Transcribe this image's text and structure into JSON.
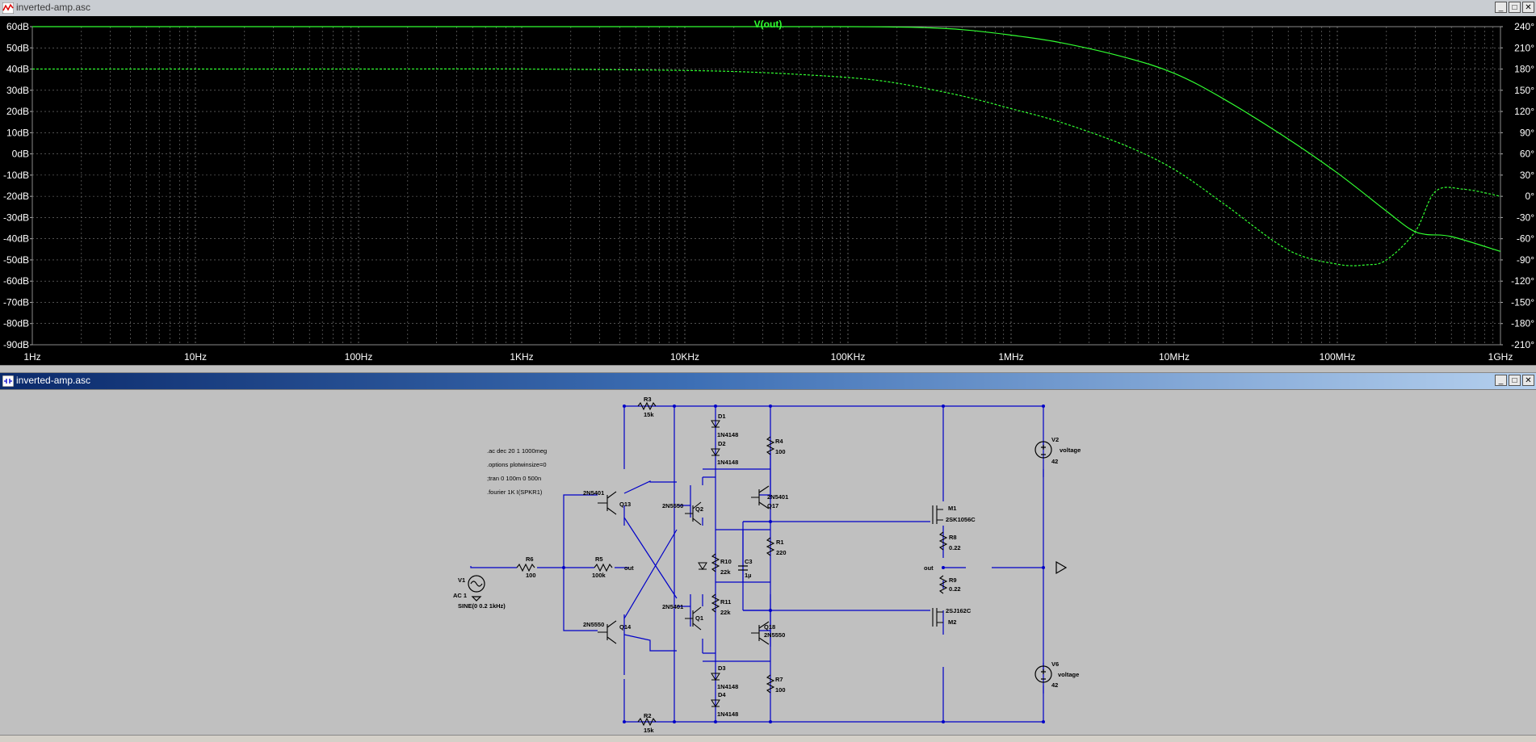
{
  "waveform_window": {
    "title": "inverted-amp.asc",
    "trace_name": "V(out)",
    "buttons": {
      "minimize": "_",
      "restore": "□",
      "close": "✕"
    }
  },
  "schematic_window": {
    "title": "inverted-amp.asc",
    "buttons": {
      "minimize": "_",
      "restore": "□",
      "close": "✕"
    }
  },
  "colors": {
    "trace": "#31ff31",
    "grid": "#7f7f7f",
    "wire": "#0000c8",
    "plot_bg": "#000000",
    "schematic_bg": "#c0c0c0"
  },
  "chart_data": {
    "type": "line",
    "title": "V(out)",
    "x_scale": "log",
    "xlim": [
      1,
      1000000000
    ],
    "x_tick_labels": [
      "1Hz",
      "10Hz",
      "100Hz",
      "1KHz",
      "10KHz",
      "100KHz",
      "1MHz",
      "10MHz",
      "100MHz",
      "1GHz"
    ],
    "y_left_ticks": [
      "60dB",
      "50dB",
      "40dB",
      "30dB",
      "20dB",
      "10dB",
      "0dB",
      "-10dB",
      "-20dB",
      "-30dB",
      "-40dB",
      "-50dB",
      "-60dB",
      "-70dB",
      "-80dB",
      "-90dB"
    ],
    "y_left_lim": [
      -90,
      60
    ],
    "y_right_ticks": [
      "240°",
      "210°",
      "180°",
      "150°",
      "120°",
      "90°",
      "60°",
      "30°",
      "0°",
      "-30°",
      "-60°",
      "-90°",
      "-120°",
      "-150°",
      "-180°",
      "-210°"
    ],
    "y_right_lim": [
      -210,
      240
    ],
    "grid": true,
    "series": [
      {
        "style": "solid",
        "x": [
          1,
          10,
          100,
          1000,
          10000,
          100000,
          200000,
          300000,
          500000,
          1000000,
          2000000,
          5000000,
          10000000,
          20000000,
          50000000,
          100000000,
          200000000,
          280000000,
          350000000,
          500000000,
          1000000000
        ],
        "y": [
          60,
          60,
          60,
          60,
          60,
          60,
          59.8,
          59.5,
          58.6,
          56,
          52.5,
          45.5,
          38,
          26,
          7,
          -9,
          -27,
          -35.5,
          -38,
          -39,
          -46
        ]
      },
      {
        "style": "dashed",
        "x": [
          1,
          10,
          100,
          1000,
          10000,
          30000,
          100000,
          200000,
          500000,
          1000000,
          2000000,
          5000000,
          10000000,
          20000000,
          50000000,
          100000000,
          150000000,
          200000000,
          300000000,
          400000000,
          600000000,
          1000000000
        ],
        "y": [
          180,
          180,
          180,
          180,
          178,
          175,
          168,
          160,
          142,
          124,
          105,
          72,
          38,
          -10,
          -76,
          -96,
          -97,
          -90,
          -50,
          7,
          10,
          0
        ]
      }
    ]
  },
  "schematic": {
    "directives": [
      ".ac dec 20 1 1000meg",
      ".options plotwinsize=0",
      ";tran 0 100m 0 500n",
      ".fourier 1K I(SPKR1)"
    ],
    "labels": {
      "r3": "R3",
      "r3v": "15k",
      "r2": "R2",
      "r2v": "15k",
      "d1": "D1",
      "d1v": "1N4148",
      "d2": "D2",
      "d2v": "1N4148",
      "d3": "D3",
      "d3v": "1N4148",
      "d4": "D4",
      "d4v": "1N4148",
      "r4": "R4",
      "r4v": "100",
      "r7": "R7",
      "r7v": "100",
      "q13t": "2N5401",
      "q13": "Q13",
      "q14t": "2N5550",
      "q14": "Q14",
      "q2t": "2N5550",
      "q2": "Q2",
      "q1t": "2N5401",
      "q1": "Q1",
      "q17t": "2N5401",
      "q17": "Q17",
      "q18": "Q18",
      "q18t": "2N5550",
      "r1": "R1",
      "r1v": "220",
      "c3": "C3",
      "c3v": "1µ",
      "r10": "R10",
      "r10v": "22k",
      "r11": "R11",
      "r11v": "22k",
      "r6": "R6",
      "r6v": "100",
      "r5": "R5",
      "r5v": "100k",
      "out1": "out",
      "v1": "V1",
      "v1ac": "AC 1",
      "v1sine": "SINE(0 0.2 1kHz)",
      "m1": "M1",
      "m1t": "2SK1056C",
      "m2": "M2",
      "m2t": "2SJ162C",
      "r8": "R8",
      "r8v": "0.22",
      "r9": "R9",
      "r9v": "0.22",
      "out2": "out",
      "v2": "V2",
      "v2t": "voltage",
      "v2v": "42",
      "v6": "V6",
      "v6t": "voltage",
      "v6v": "42"
    }
  }
}
